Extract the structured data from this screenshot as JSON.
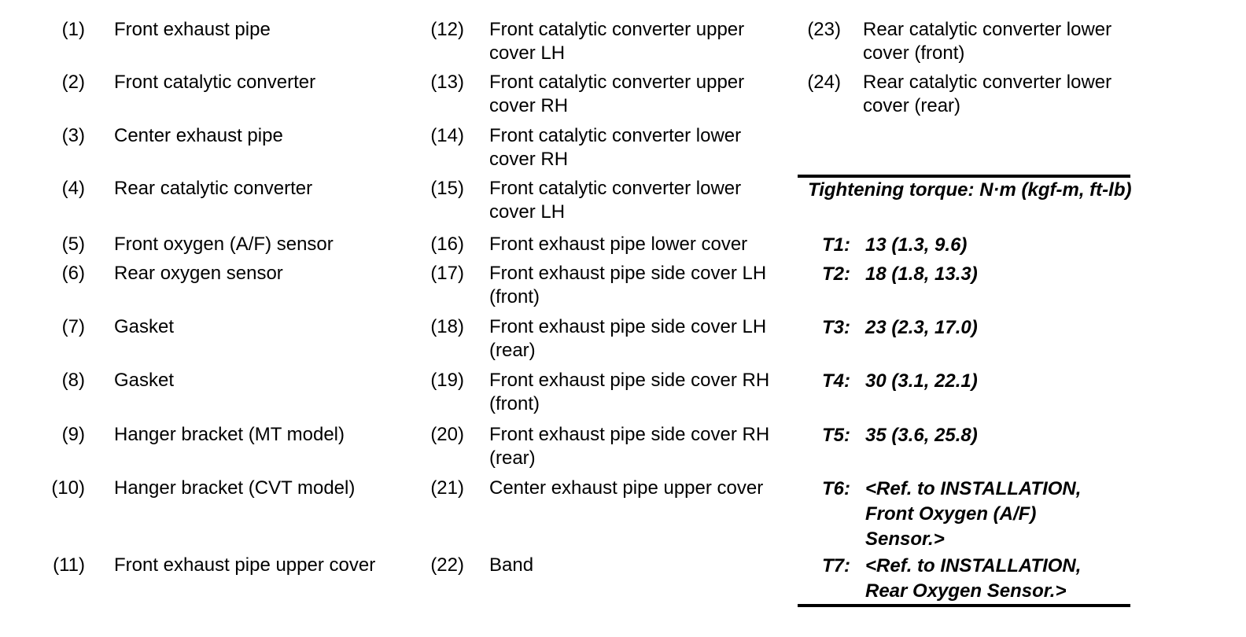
{
  "colors": {
    "background": "#ffffff",
    "text": "#000000",
    "rule": "#000000"
  },
  "legend": {
    "col1": [
      {
        "num": "(1)",
        "label": "Front exhaust pipe"
      },
      {
        "num": "(2)",
        "label": "Front catalytic converter"
      },
      {
        "num": "(3)",
        "label": "Center exhaust pipe"
      },
      {
        "num": "(4)",
        "label": "Rear catalytic converter"
      },
      {
        "num": "(5)",
        "label": "Front oxygen (A/F) sensor"
      },
      {
        "num": "(6)",
        "label": "Rear oxygen sensor"
      },
      {
        "num": "(7)",
        "label": "Gasket"
      },
      {
        "num": "(8)",
        "label": "Gasket"
      },
      {
        "num": "(9)",
        "label": "Hanger bracket (MT model)"
      },
      {
        "num": "(10)",
        "label": "Hanger bracket (CVT model)"
      },
      {
        "num": "(11)",
        "label": "Front exhaust pipe upper cover"
      }
    ],
    "col2": [
      {
        "num": "(12)",
        "label": "Front catalytic converter upper cover LH"
      },
      {
        "num": "(13)",
        "label": "Front catalytic converter upper cover RH"
      },
      {
        "num": "(14)",
        "label": "Front catalytic converter lower cover RH"
      },
      {
        "num": "(15)",
        "label": "Front catalytic converter lower cover LH"
      },
      {
        "num": "(16)",
        "label": "Front exhaust pipe lower cover"
      },
      {
        "num": "(17)",
        "label": "Front exhaust pipe side cover LH (front)"
      },
      {
        "num": "(18)",
        "label": "Front exhaust pipe side cover LH (rear)"
      },
      {
        "num": "(19)",
        "label": "Front exhaust pipe side cover RH (front)"
      },
      {
        "num": "(20)",
        "label": "Front exhaust pipe side cover RH (rear)"
      },
      {
        "num": "(21)",
        "label": "Center exhaust pipe upper cover"
      },
      {
        "num": "(22)",
        "label": "Band"
      }
    ],
    "col3": [
      {
        "num": "(23)",
        "label": "Rear catalytic converter lower cover (front)"
      },
      {
        "num": "(24)",
        "label": "Rear catalytic converter lower cover (rear)"
      }
    ]
  },
  "torque": {
    "header": "Tightening torque: N·m (kgf-m, ft-lb)",
    "rows": [
      {
        "id": "T1:",
        "value": "13 (1.3, 9.6)"
      },
      {
        "id": "T2:",
        "value": "18 (1.8, 13.3)"
      },
      {
        "id": "T3:",
        "value": "23 (2.3, 17.0)"
      },
      {
        "id": "T4:",
        "value": "30 (3.1, 22.1)"
      },
      {
        "id": "T5:",
        "value": "35 (3.6, 25.8)"
      },
      {
        "id": "T6:",
        "value": "<Ref. to INSTALLATION,\nFront Oxygen (A/F)\nSensor.>"
      },
      {
        "id": "T7:",
        "value": "<Ref. to INSTALLATION,\nRear Oxygen Sensor.>"
      }
    ]
  }
}
